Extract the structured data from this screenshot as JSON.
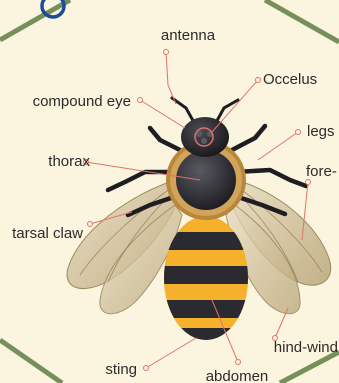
{
  "diagram": {
    "labels": {
      "antenna": "antenna",
      "occelus": "Occelus",
      "compound_eye": "compound eye",
      "legs": "legs",
      "thorax": "thorax",
      "fore_wing": "fore-",
      "tarsal_claw": "tarsal claw",
      "hind_wing": "hind-wind",
      "sting": "sting",
      "abdomen": "abdomen"
    },
    "colors": {
      "background": "#fbf5e0",
      "frame_line": "#76905a",
      "leader_line": "#e07468",
      "leader_dot": "#e07468",
      "stripe_yellow": "#f5b02c",
      "stripe_black": "#2a2a30",
      "wing": "#c9b98a",
      "ring": "#1f4a9c"
    }
  }
}
